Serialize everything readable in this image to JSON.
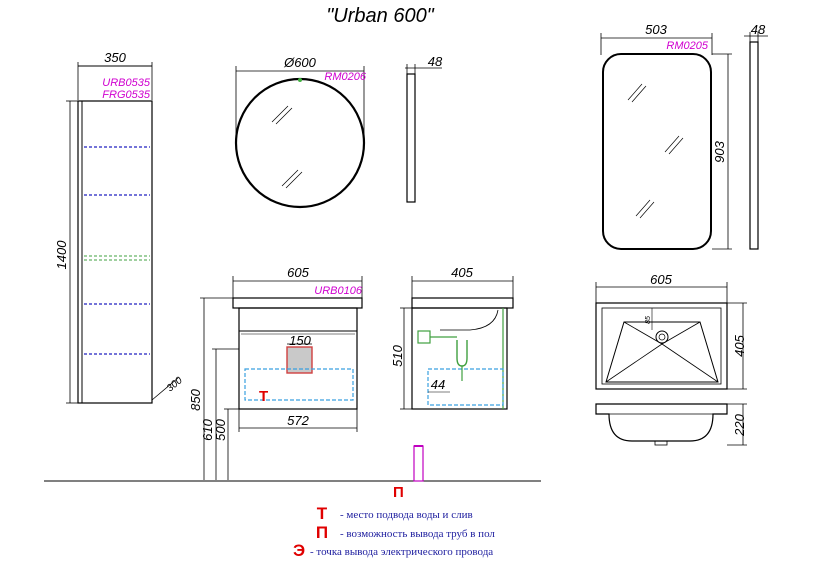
{
  "title": "\"Urban 600\"",
  "tall_cabinet": {
    "width": "350",
    "height": "1400",
    "depth": "300",
    "code1": "URB0535",
    "code2": "FRG0535"
  },
  "round_mirror": {
    "diameter": "Ø600",
    "depth": "48",
    "code": "RM0206"
  },
  "rect_mirror": {
    "width": "503",
    "height": "903",
    "depth": "48",
    "code": "RM0205"
  },
  "vanity_front": {
    "width": "605",
    "code": "URB0106",
    "h1": "850",
    "h2": "610",
    "h3": "500",
    "inner_width": "572",
    "connection_width": "150"
  },
  "vanity_side": {
    "depth": "405",
    "height": "510",
    "offset": "44"
  },
  "basin": {
    "width": "605",
    "depth": "405",
    "height": "220",
    "small": "85"
  },
  "legend": {
    "t_letter": "Т",
    "t_text": "- место подвода воды и слив",
    "p_letter": "П",
    "p_text": "- возможность вывода труб в пол",
    "e_letter": "Э",
    "e_text": "- точка вывода электрического провода"
  },
  "markers": {
    "t": "Т",
    "p": "П"
  },
  "colors": {
    "dimension_lines": "#000000",
    "product_codes": "#d000d0",
    "dashed_shelves": "#2020c0",
    "dashed_zone": "#3aa0e0",
    "connection_zone": "#d04040",
    "pipe": "#c000c0",
    "siphon": "#40a040",
    "legend_letters": "#e00000",
    "legend_text": "#2020a0"
  }
}
